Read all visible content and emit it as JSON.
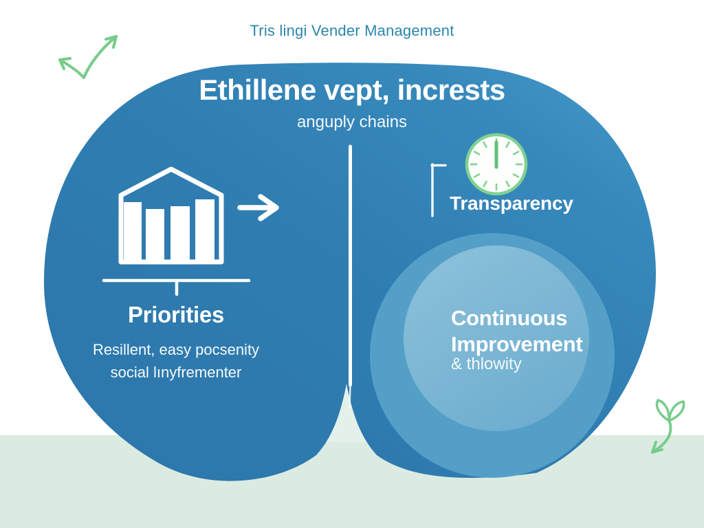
{
  "page": {
    "title": "Tris lingi Vender Management"
  },
  "hero": {
    "heading": "Ethillene vept, incrests",
    "subheading": "anguply chains"
  },
  "left_panel": {
    "icon": "bar-chart-building-icon",
    "heading": "Priorities",
    "description_line1": "Resillent, easy pocsenity",
    "description_line2": "social lınyfrementer"
  },
  "right_panel": {
    "icon": "clock-icon",
    "label": "Transparency",
    "bubble": {
      "heading_line1": "Continuous",
      "heading_line2": "Improvement",
      "subtext": "& thlowity"
    }
  },
  "decorations": {
    "top_left": "double-arrow-check-doodle",
    "bottom_right": "sprout-arrow-doodle"
  },
  "colors": {
    "title_text": "#2b86ae",
    "blob_blue": "#2f7db1",
    "blob_highlight_blue": "#479aca",
    "bubble_outer_blue": "#549fc8",
    "bubble_inner_blue": "#7cb7d5",
    "band_mint": "#dcebe2",
    "notch_mint": "#e4f1ea",
    "doodle_green": "#79cc8c",
    "clock_green": "#7fd190",
    "divider_white": "#ffffff"
  }
}
